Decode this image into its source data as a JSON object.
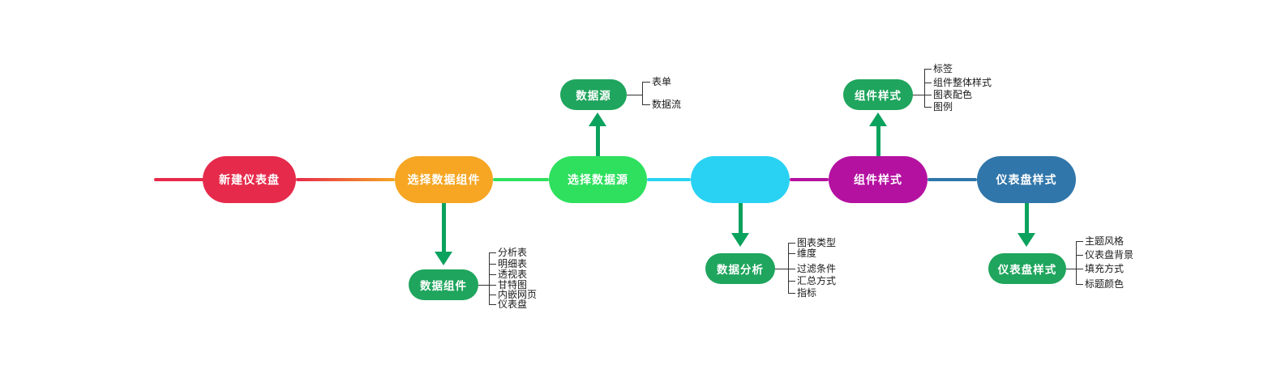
{
  "diagram": {
    "type": "flow-mindmap",
    "background": "#ffffff",
    "arrow_color": "#0ba25d",
    "branch_line_color": "#333333",
    "main_flow": [
      {
        "label": "新建仪表盘",
        "color": "#e62a4b"
      },
      {
        "label": "选择数据组件",
        "color": "#f6a623"
      },
      {
        "label": "选择数据源",
        "color": "#2ee05e"
      },
      {
        "label": "",
        "color": "#29d2f2"
      },
      {
        "label": "组件样式",
        "color": "#b411a1"
      },
      {
        "label": "仪表盘样式",
        "color": "#3076aa"
      }
    ],
    "branches": [
      {
        "label": "数据源",
        "color": "#1fa55d",
        "direction": "up",
        "children": [
          "表单",
          "数据流"
        ]
      },
      {
        "label": "数据组件",
        "color": "#1fa55d",
        "direction": "down",
        "children": [
          "分析表",
          "明细表",
          "透视表",
          "甘特图",
          "内嵌网页",
          "仪表盘"
        ]
      },
      {
        "label": "数据分析",
        "color": "#1fa55d",
        "direction": "down",
        "children": [
          "图表类型",
          "维度",
          "过滤条件",
          "汇总方式",
          "指标"
        ]
      },
      {
        "label": "组件样式",
        "color": "#1fa55d",
        "direction": "up",
        "children": [
          "标签",
          "组件整体样式",
          "图表配色",
          "图例"
        ]
      },
      {
        "label": "仪表盘样式",
        "color": "#1fa55d",
        "direction": "down",
        "children": [
          "主题风格",
          "仪表盘背景",
          "填充方式",
          "标题颜色"
        ]
      }
    ]
  }
}
